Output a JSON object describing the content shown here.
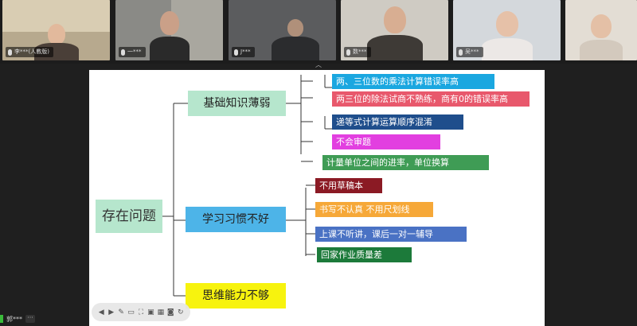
{
  "participants": [
    {
      "name": "李***(人教版)"
    },
    {
      "name": "一***"
    },
    {
      "name": "J***"
    },
    {
      "name": "数***"
    },
    {
      "name": "吴***"
    },
    {
      "name": ""
    }
  ],
  "mindmap": {
    "root": "存在问题",
    "branches": [
      {
        "label": "基础知识薄弱",
        "color": "#b6e6cd",
        "leaves": [
          {
            "label": "两、三位数的乘法计算错误率高",
            "color": "#1aa7e0"
          },
          {
            "label": "两三位的除法试商不熟练，商有0的错误率高",
            "color": "#e8586c"
          },
          {
            "label": "递等式计算运算顺序混淆",
            "color": "#1f4e8c"
          },
          {
            "label": "不会审题",
            "color": "#e23fe0"
          },
          {
            "label": "计量单位之间的进率，单位换算",
            "color": "#3f9c55"
          }
        ]
      },
      {
        "label": "学习习惯不好",
        "color": "#4db4e8",
        "leaves": [
          {
            "label": "不用草稿本",
            "color": "#8b1a24"
          },
          {
            "label": "书写不认真 不用尺划线",
            "color": "#f6a838"
          },
          {
            "label": "上课不听讲，课后一对一辅导",
            "color": "#4a72c4"
          },
          {
            "label": "回家作业质量差",
            "color": "#1c7a3a"
          }
        ]
      },
      {
        "label": "思维能力不够",
        "color": "#f7f30e",
        "leaves": []
      }
    ]
  },
  "self_view": {
    "name": "郭***"
  },
  "toolbar": {
    "icons": [
      "play-icon",
      "prev-icon",
      "pen-icon",
      "screen-icon",
      "expand-icon",
      "chat-icon",
      "grid-icon",
      "camera-icon",
      "refresh-icon"
    ]
  },
  "colors": {
    "background": "#1f1f1f",
    "slide": "#ffffff",
    "connector": "#333333"
  }
}
